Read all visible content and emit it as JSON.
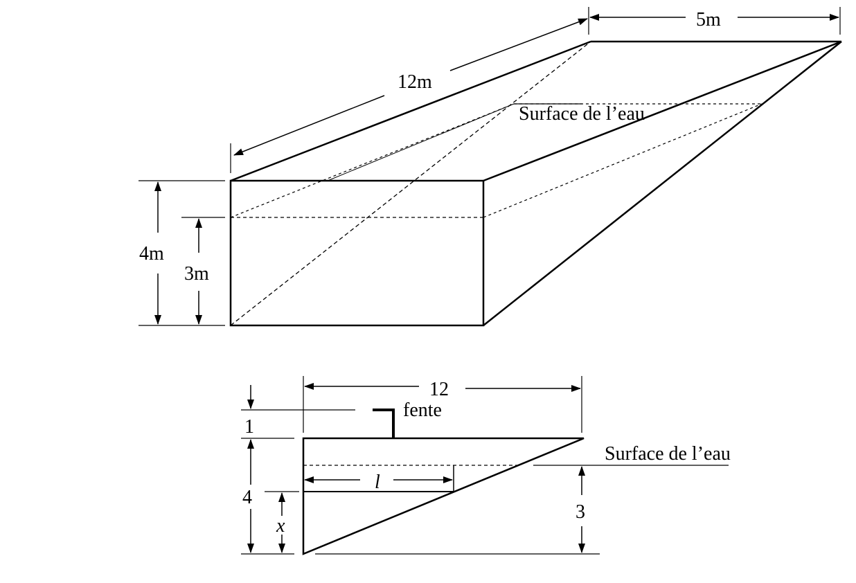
{
  "top_figure": {
    "dim_length": "12m",
    "dim_width": "5m",
    "dim_height": "4m",
    "dim_water_depth": "3m",
    "water_surface_label": "Surface de l’eau"
  },
  "bottom_figure": {
    "dim_length": "12",
    "dim_gap": "1",
    "slot_label": "fente",
    "dim_height": "4",
    "var_x": "x",
    "var_l": "l",
    "dim_water_depth": "3",
    "water_surface_label": "Surface de l’eau"
  },
  "colors": {
    "line": "#000000",
    "background": "#ffffff"
  }
}
